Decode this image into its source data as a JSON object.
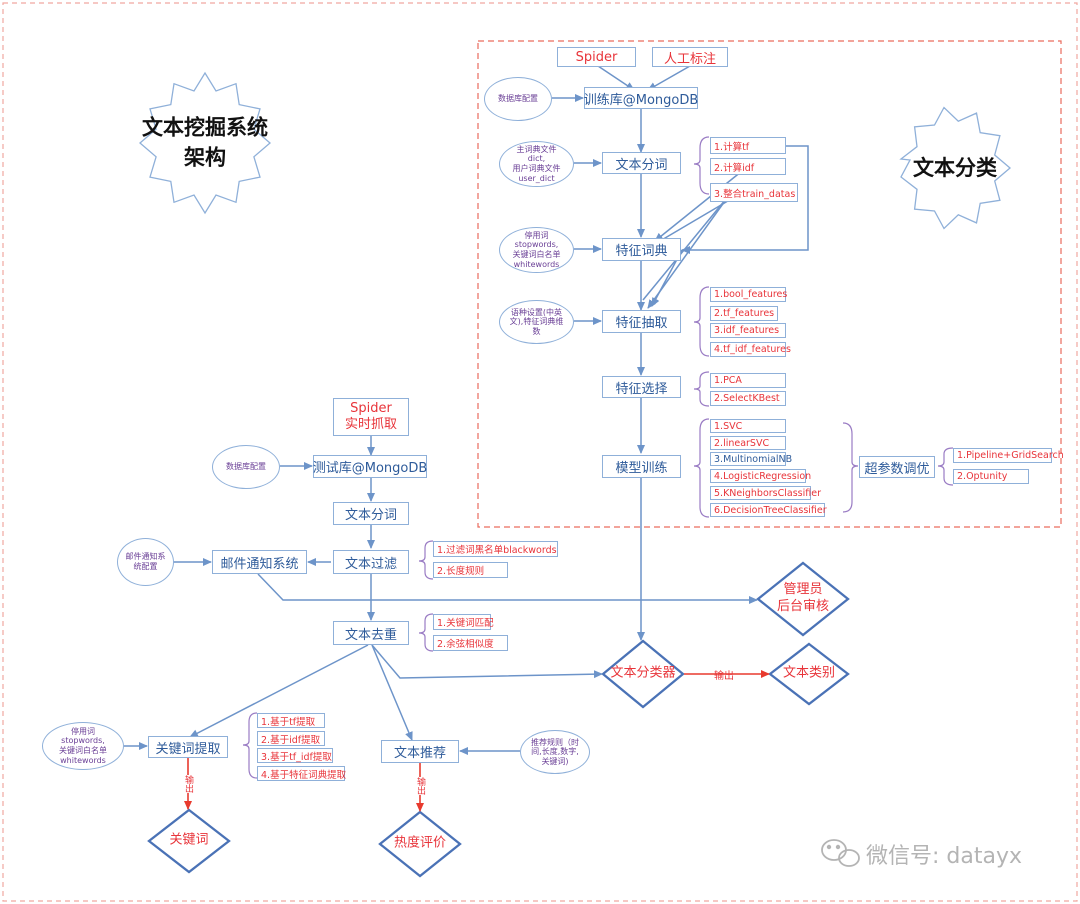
{
  "stars": {
    "system": [
      "文本挖掘系统",
      "架构"
    ],
    "classify": "文本分类"
  },
  "train": {
    "spider": "Spider",
    "manual": "人工标注",
    "db_config": "数据库配置",
    "train_db": "训练库@MongoDB",
    "dict_files": [
      "主词典文件",
      "dict,",
      "用户词典文件",
      "user_dict"
    ],
    "seg": "文本分词",
    "seg_items": [
      "1.计算tf",
      "2.计算idf",
      "3.整合train_datas"
    ],
    "stop_words": [
      "停用词",
      "stopwords,",
      "关键词白名单",
      "whitewords"
    ],
    "feat_dict": "特征词典",
    "lang_set": [
      "语种设置(中英",
      "文),特征词典维",
      "数"
    ],
    "feat_extract": "特征抽取",
    "feat_items": [
      "1.bool_features",
      "2.tf_features",
      "3.idf_features",
      "4.tf_idf_features"
    ],
    "feat_select": "特征选择",
    "select_items": [
      "1.PCA",
      "2.SelectKBest"
    ],
    "model_train": "模型训练",
    "model_items": [
      "1.SVC",
      "2.linearSVC",
      "3.MultinomialNB",
      "4.LogisticRegression",
      "5.KNeighborsClassifier",
      "6.DecisionTreeClassifier"
    ],
    "hyper": "超参数调优",
    "hyper_items": [
      "1.Pipeline+GridSearch",
      "2.Optunity"
    ]
  },
  "test": {
    "spider": [
      "Spider",
      "实时抓取"
    ],
    "db_config": "数据库配置",
    "test_db": "测试库@MongoDB",
    "seg": "文本分词",
    "filter": "文本过滤",
    "filter_items": [
      "1.过滤词黑名单blackwords",
      "2.长度规则"
    ],
    "mail_config": [
      "邮件通知系",
      "统配置"
    ],
    "mail": "邮件通知系统",
    "admin": [
      "管理员",
      "后台审核"
    ],
    "dedup": "文本去重",
    "dedup_items": [
      "1.关键词匹配",
      "2.余弦相似度"
    ],
    "classifier": "文本分类器",
    "output_label": "输出",
    "category": "文本类别",
    "kw_stop": [
      "停用词",
      "stopwords,",
      "关键词白名单",
      "whitewords"
    ],
    "kw_extract": "关键词提取",
    "kw_items": [
      "1.基于tf提取",
      "2.基于idf提取",
      "3.基于tf_idf提取",
      "4.基于特征词典提取"
    ],
    "recommend": "文本推荐",
    "rec_rule": [
      "推荐规则（时",
      "间,长度,数字,",
      "关键词)"
    ],
    "kw_output_label": "输出",
    "hot_output_label": "输出",
    "keyword": "关键词",
    "hot": "热度评价"
  },
  "watermark": "微信号: datayx"
}
